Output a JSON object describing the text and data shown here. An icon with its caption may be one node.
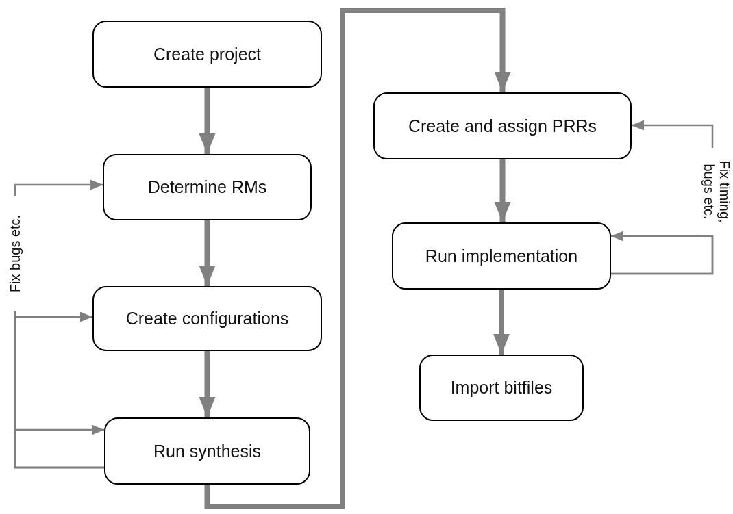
{
  "diagram": {
    "nodes": [
      {
        "text": [
          "Create project"
        ]
      },
      {
        "text": [
          "Determine RMs"
        ]
      },
      {
        "text": [
          "Create configurations"
        ]
      },
      {
        "text": [
          "Run synthesis"
        ]
      },
      {
        "text": [
          "Create and assign PRRs"
        ]
      },
      {
        "text": [
          "Run implementation"
        ]
      },
      {
        "text": [
          "Import bitfiles"
        ]
      }
    ],
    "edges": [
      {
        "from": 0,
        "to": 1,
        "arrow": "to"
      },
      {
        "from": 1,
        "to": 2,
        "arrow": "to"
      },
      {
        "from": 2,
        "to": 3,
        "arrow": "to"
      },
      {
        "from": 3,
        "to": 4,
        "arrow": "to"
      },
      {
        "from": 3,
        "to": 3,
        "arrow": "to"
      },
      {
        "from": 3,
        "to": 2,
        "arrow": "to"
      },
      {
        "from": 3,
        "to": 1,
        "arrow": "to",
        "label": "Fix bugs etc."
      },
      {
        "from": 4,
        "to": 5,
        "arrow": "to"
      },
      {
        "from": 5,
        "to": 6,
        "arrow": "to"
      },
      {
        "from": 5,
        "to": 5,
        "arrow": "to"
      },
      {
        "from": 5,
        "to": 4,
        "arrow": "to",
        "label": "Fix timing, bugs etc."
      }
    ]
  }
}
